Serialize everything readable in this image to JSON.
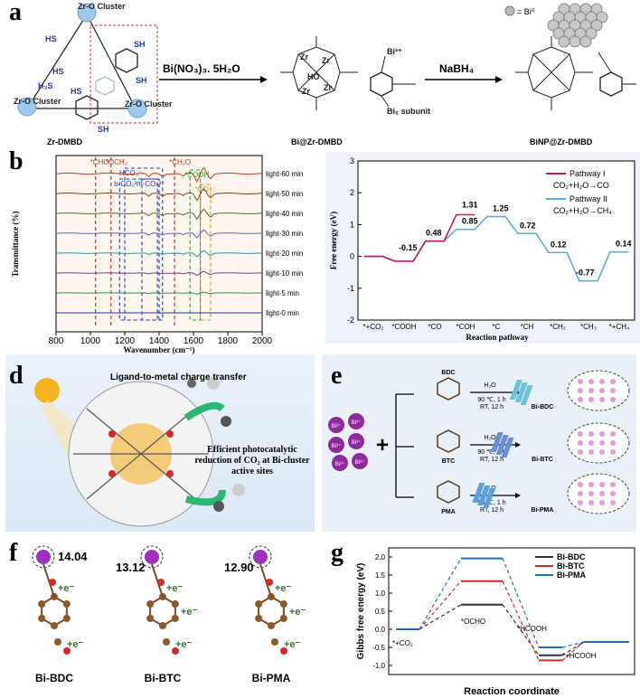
{
  "panel_a": {
    "label": "a",
    "cluster_label": "Zr-O Cluster",
    "sh": "SH",
    "hs": "HS",
    "h2s": "H₂S",
    "name_zr": "Zr-DMBD",
    "name_bi": "Bi@Zr-DMBD",
    "name_binp": "BiNP@Zr-DMBD",
    "reagent1": "Bi(NO₃)₃. 5H₂O",
    "reagent2": "NaBH₄",
    "bi3": "Bi³⁺",
    "bi6": "Bi₆ subunit",
    "legend_bi": "= Bi⁰",
    "zr": "Zr",
    "oh": "OH",
    "ho": "HO"
  },
  "panel_b": {
    "label": "b",
    "ylabel": "Transmittance (%)",
    "xlabel": "Wavenumber (cm⁻¹)",
    "xticks": [
      "800",
      "1000",
      "1200",
      "1400",
      "1600",
      "1800",
      "2000"
    ],
    "annotations": [
      "*CHO",
      "*OCH₃",
      "*CH₂O",
      "*COOH",
      "HCO₃⁻",
      "b-CO₃²⁻",
      "m-CO₃²⁻",
      "*CO₃⁻"
    ],
    "series_labels": [
      "light-60 min",
      "light-50 min",
      "light-40 min",
      "light-30 min",
      "light-20 min",
      "light-10 min",
      "light-5 min",
      "light-0 min"
    ],
    "colors": [
      "#c0392b",
      "#8b4513",
      "#556b2f",
      "#6a5acd",
      "#20a0a0",
      "#7b3f8f",
      "#2e8b57",
      "#1f3fb0"
    ]
  },
  "panel_c": {
    "label": "c",
    "ylabel": "Free energy (eV)",
    "xlabel": "Reaction pathway",
    "yticks": [
      "3",
      "2",
      "1",
      "0",
      "-1",
      "-2"
    ],
    "xcats": [
      "*+CO₂",
      "*COOH",
      "*CO",
      "*COH",
      "*C",
      "*CH",
      "*CH₂",
      "*CH₃",
      "*+CH₄"
    ],
    "legend": [
      {
        "name": "Pathway I",
        "reaction": "CO₂+H₂O→CO",
        "color": "#c2185b"
      },
      {
        "name": "Pathway II",
        "reaction": "CO₂+H₂O→CH₄",
        "color": "#5aaed6"
      }
    ]
  },
  "chart_data": [
    {
      "type": "line",
      "title": "",
      "xlabel": "Reaction pathway",
      "ylabel": "Free energy (eV)",
      "ylim": [
        -2,
        3
      ],
      "categories": [
        "*+CO₂",
        "*COOH",
        "*CO",
        "*COH",
        "*C",
        "*CH",
        "*CH₂",
        "*CH₃",
        "*+CH₄"
      ],
      "series": [
        {
          "name": "Pathway I",
          "values": [
            0,
            -0.15,
            0.48,
            1.31
          ]
        },
        {
          "name": "Pathway II",
          "values": [
            0,
            -0.15,
            0.48,
            0.85,
            1.25,
            0.72,
            0.12,
            -0.77,
            0.14
          ]
        }
      ],
      "value_labels": [
        "-0.15",
        "0.48",
        "0.85",
        "1.31",
        "1.25",
        "0.72",
        "0.12",
        "-0.77",
        "0.14"
      ]
    },
    {
      "type": "line",
      "title": "",
      "xlabel": "Reaction coordinate",
      "ylabel": "Gibbs free energy (eV)",
      "ylim": [
        -1.25,
        2.25
      ],
      "categories": [
        "*+CO₂",
        "*OCHO",
        "*HCOOH",
        "*+HCOOH"
      ],
      "series": [
        {
          "name": "Bi-BDC",
          "values": [
            0,
            0.68,
            -0.72,
            -0.35
          ]
        },
        {
          "name": "Bi-BTC",
          "values": [
            0,
            1.33,
            -0.86,
            -0.35
          ]
        },
        {
          "name": "Bi-PMA",
          "values": [
            0,
            1.96,
            -0.5,
            -0.35
          ]
        }
      ]
    }
  ],
  "panel_d": {
    "label": "d",
    "text1": "Ligand-to-metal charge transfer",
    "text2": "Efficient photocatalytic reduction of CO₂ at Bi-cluster active sites"
  },
  "panel_e": {
    "label": "e",
    "bi": "Bi³⁺",
    "linkers": [
      "BDC",
      "BTC",
      "PMA"
    ],
    "products": [
      "Bi-BDC",
      "Bi-BTC",
      "Bi-PMA"
    ],
    "cond_top": "H₂O",
    "cond_1": "90 ℃, 1 h",
    "cond_2": "RT,   12 h"
  },
  "panel_f": {
    "label": "f",
    "values": [
      "14.04",
      "13.12",
      "12.90"
    ],
    "names": [
      "Bi-BDC",
      "Bi-BTC",
      "Bi-PMA"
    ],
    "e": "+e⁻"
  },
  "panel_g": {
    "label": "g",
    "ylabel": "Gibbs free energy (eV)",
    "xlabel": "Reaction coordinate",
    "yticks": [
      "2.0",
      "1.5",
      "1.0",
      "0.5",
      "0.0",
      "-0.5",
      "-1.0"
    ],
    "state_labels": [
      "*+CO₂",
      "*OCHO",
      "*HCOOH",
      "*+HCOOH"
    ],
    "legend": [
      "Bi-BDC",
      "Bi-BTC",
      "Bi-PMA"
    ],
    "colors": [
      "#333333",
      "#d62728",
      "#1f6fbf"
    ]
  }
}
